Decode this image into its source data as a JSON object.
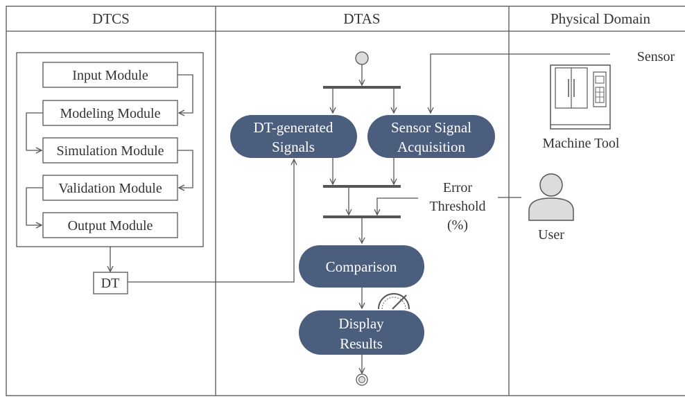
{
  "lanes": [
    {
      "name": "DTCS"
    },
    {
      "name": "DTAS"
    },
    {
      "name": "Physical Domain"
    }
  ],
  "modules": [
    "Input Module",
    "Modeling Module",
    "Simulation Module",
    "Validation Module",
    "Output Module"
  ],
  "dt_label": "DT",
  "activities": {
    "dt_generated": [
      "DT-generated",
      "Signals"
    ],
    "sensor_acq": [
      "Sensor Signal",
      "Acquisition"
    ],
    "comparison": [
      "Comparison"
    ],
    "display": [
      "Display",
      "Results"
    ]
  },
  "threshold_label": [
    "Error",
    "Threshold",
    "(%)"
  ],
  "physical": {
    "sensor": "Sensor",
    "machine_tool": "Machine Tool",
    "user": "User"
  },
  "colors": {
    "activity_fill": "#4b5e7e",
    "line": "#555555"
  },
  "icons": [
    "machine-tool-icon",
    "user-icon",
    "gauge-icon"
  ]
}
